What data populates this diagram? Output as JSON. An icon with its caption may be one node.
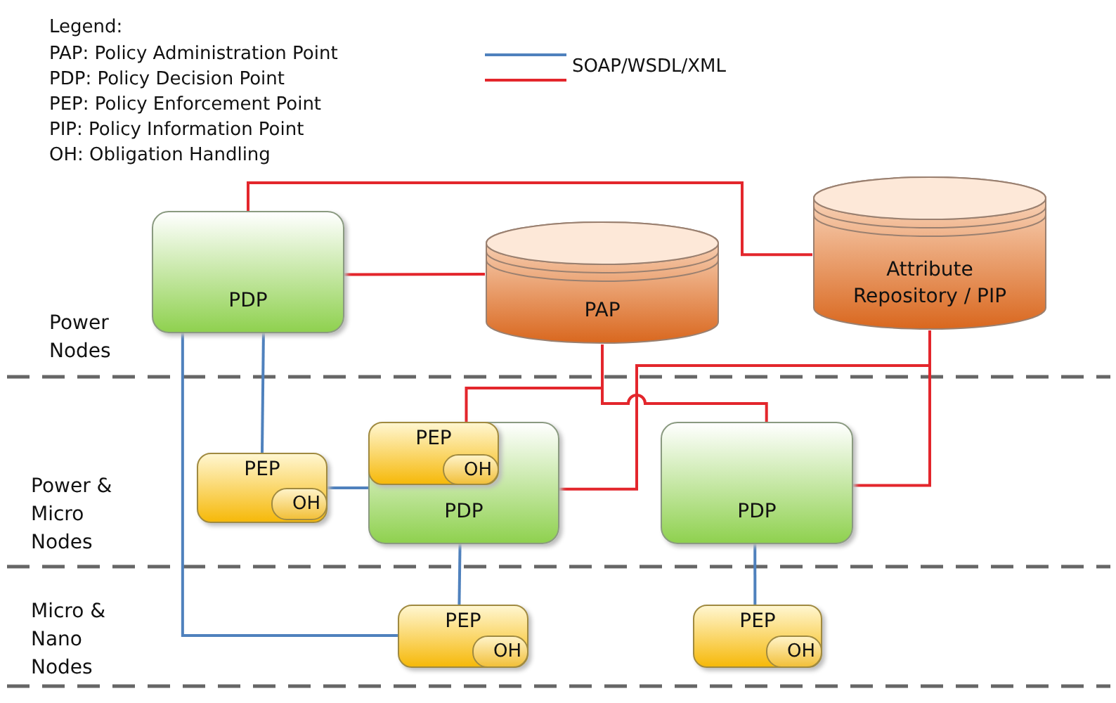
{
  "diagram": {
    "nodes": [
      {
        "text": [
          "PDP"
        ]
      },
      {
        "text": [
          "PAP"
        ]
      },
      {
        "text": [
          "Attribute Repository / PIP"
        ]
      },
      {
        "text": [
          "PEP"
        ]
      },
      {
        "text": [
          "OH"
        ],
        "in": 3
      },
      {
        "text": [
          "PDP"
        ]
      },
      {
        "text": [
          "PEP"
        ],
        "in": 5
      },
      {
        "text": [
          "OH"
        ],
        "in": 6
      },
      {
        "text": [
          "PDP"
        ]
      },
      {
        "text": [
          "PEP"
        ]
      },
      {
        "text": [
          "OH"
        ],
        "in": 9
      },
      {
        "text": [
          "PEP"
        ]
      },
      {
        "text": [
          "OH"
        ],
        "in": 11
      }
    ],
    "edges": [
      {
        "from": 0,
        "to": 2,
        "arrow": "none"
      },
      {
        "from": 0,
        "to": 1,
        "arrow": "none"
      },
      {
        "from": 1,
        "to": 6,
        "arrow": "none"
      },
      {
        "from": 1,
        "to": 8,
        "arrow": "none"
      },
      {
        "from": 2,
        "to": 5,
        "arrow": "none"
      },
      {
        "from": 2,
        "to": 8,
        "arrow": "none"
      },
      {
        "from": 0,
        "to": 3,
        "arrow": "none",
        "color": "#4f81bd"
      },
      {
        "from": 0,
        "to": 9,
        "arrow": "none",
        "color": "#4f81bd"
      },
      {
        "from": 3,
        "to": 5,
        "arrow": "none",
        "color": "#4f81bd"
      },
      {
        "from": 5,
        "to": 9,
        "arrow": "none",
        "color": "#4f81bd"
      },
      {
        "from": 8,
        "to": 11,
        "arrow": "none",
        "color": "#4f81bd"
      }
    ],
    "labels": [
      "Legend:",
      "PAP: Policy Administration Point",
      "PDP: Policy Decision Point",
      "PEP: Policy Enforcement Point",
      "PIP: Policy Information Point",
      "OH: Obligation Handling",
      "Power Nodes",
      "Power & Micro Nodes",
      "Micro & Nano Nodes"
    ],
    "legend": [
      {
        "text": "SOAP/WSDL/XML"
      }
    ]
  }
}
